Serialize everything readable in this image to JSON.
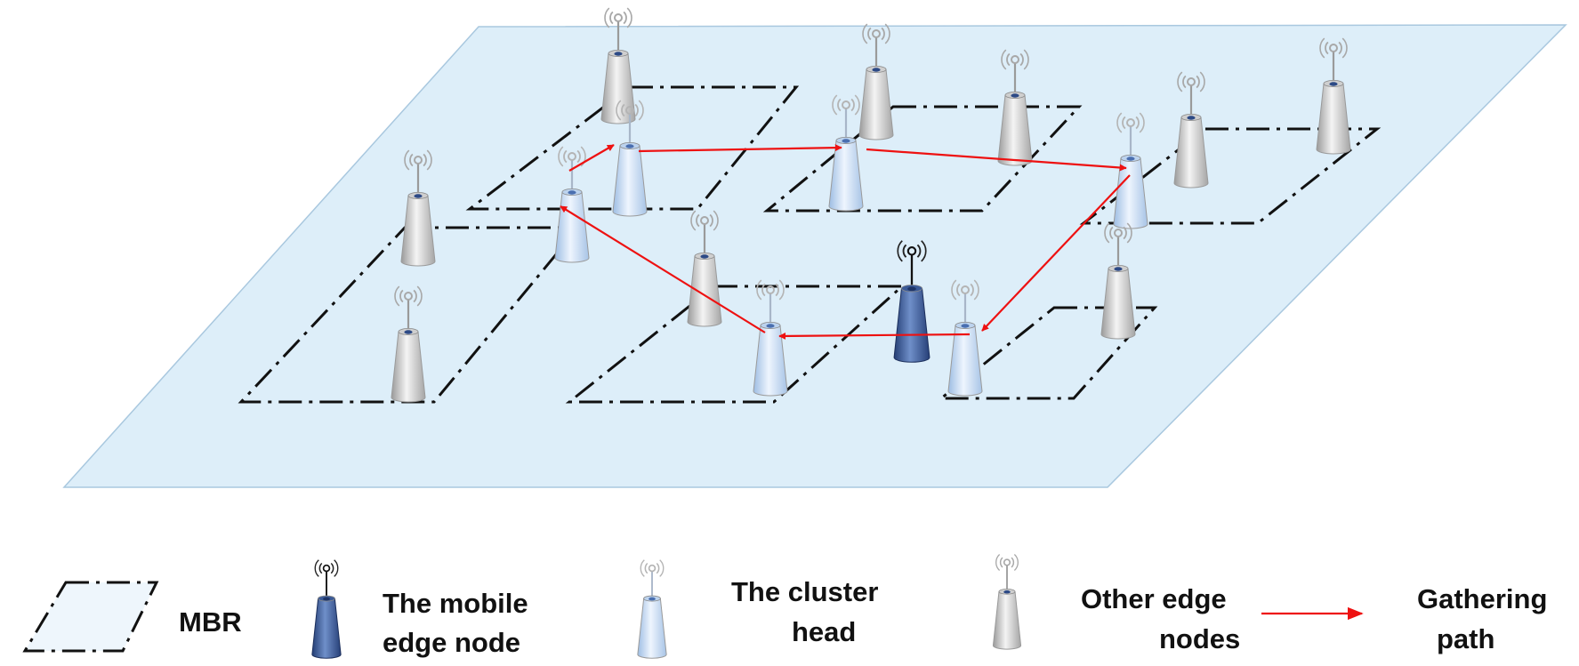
{
  "legend": {
    "mbr": "MBR",
    "mobile_edge_node": [
      "The mobile",
      "edge node"
    ],
    "cluster_head": [
      "The cluster",
      "head"
    ],
    "other_edge_nodes": [
      "Other edge",
      "nodes"
    ],
    "gathering_path": [
      "Gathering",
      "path"
    ]
  },
  "colors": {
    "plane": "#ddeef9",
    "plane_border": "#a9c8df",
    "path": "#ee1111",
    "mobile_node": "#3f5f9e",
    "cluster_head": "#cfe2f7",
    "other_node": "#e4e4e4"
  },
  "icons": {
    "mobile": "antenna-tower-icon",
    "cluster": "antenna-tower-icon",
    "other": "antenna-tower-icon"
  }
}
